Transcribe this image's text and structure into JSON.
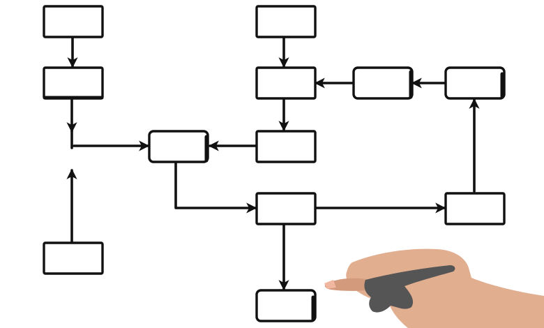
{
  "diagram": {
    "type": "flowchart-sketch",
    "style": "hand-drawn",
    "nodes": [
      {
        "id": "n1",
        "label": ""
      },
      {
        "id": "n2",
        "label": ""
      },
      {
        "id": "n3",
        "label": ""
      },
      {
        "id": "n4",
        "label": ""
      },
      {
        "id": "n5",
        "label": ""
      },
      {
        "id": "n6",
        "label": ""
      },
      {
        "id": "n7",
        "label": ""
      },
      {
        "id": "n8",
        "label": ""
      },
      {
        "id": "n9",
        "label": ""
      },
      {
        "id": "n10",
        "label": ""
      },
      {
        "id": "n11",
        "label": ""
      },
      {
        "id": "n12",
        "label": ""
      }
    ],
    "edges": [
      {
        "from": "n1",
        "to": "n2"
      },
      {
        "from": "n2",
        "to": "junction"
      },
      {
        "from": "n3",
        "to": "junction"
      },
      {
        "from": "junction",
        "to": "n4"
      },
      {
        "from": "n5",
        "to": "n6"
      },
      {
        "from": "n7",
        "to": "n6"
      },
      {
        "from": "n8",
        "to": "n7"
      },
      {
        "from": "n6",
        "to": "n9"
      },
      {
        "from": "n9",
        "to": "n4"
      },
      {
        "from": "n4",
        "to": "n10"
      },
      {
        "from": "n10",
        "to": "n11"
      },
      {
        "from": "n11",
        "to": "n8"
      },
      {
        "from": "n10",
        "to": "n12"
      }
    ]
  },
  "illustration": {
    "hand": "hand-with-marker",
    "colors": {
      "ink": "#111111",
      "skin": "#e2ae90",
      "skin_shadow": "#d39a7c",
      "marker": "#555555",
      "marker_tip": "#f0b6a0",
      "background": "#ffffff"
    }
  }
}
